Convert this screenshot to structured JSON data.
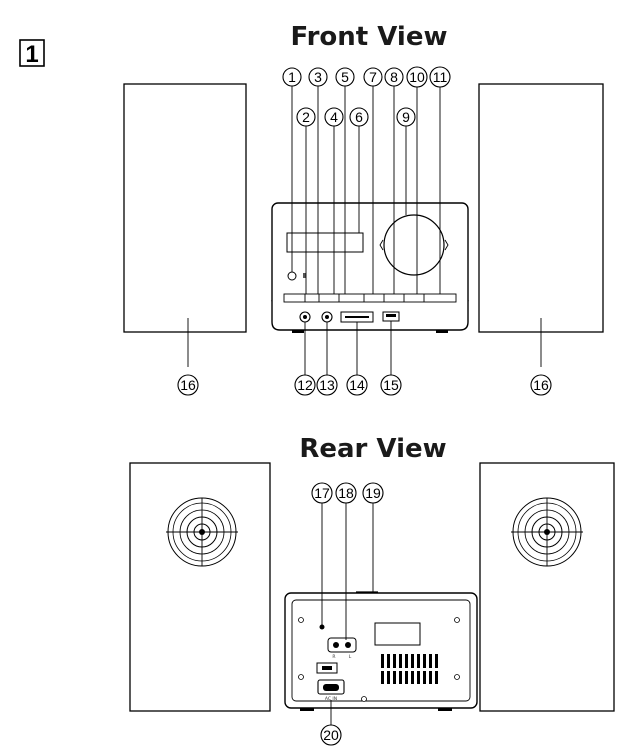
{
  "figure_number": "1",
  "front": {
    "title": "Front View"
  },
  "rear": {
    "title": "Rear View"
  },
  "callouts": {
    "c1": "1",
    "c2": "2",
    "c3": "3",
    "c4": "4",
    "c5": "5",
    "c6": "6",
    "c7": "7",
    "c8": "8",
    "c9": "9",
    "c10": "10",
    "c11": "11",
    "c12": "12",
    "c13": "13",
    "c14": "14",
    "c15": "15",
    "c16a": "16",
    "c16b": "16",
    "c17": "17",
    "c18": "18",
    "c19": "19",
    "c20": "20"
  },
  "rear_labels": {
    "speaker_r": "R",
    "speaker_l": "L",
    "ac_in": "AC IN"
  }
}
